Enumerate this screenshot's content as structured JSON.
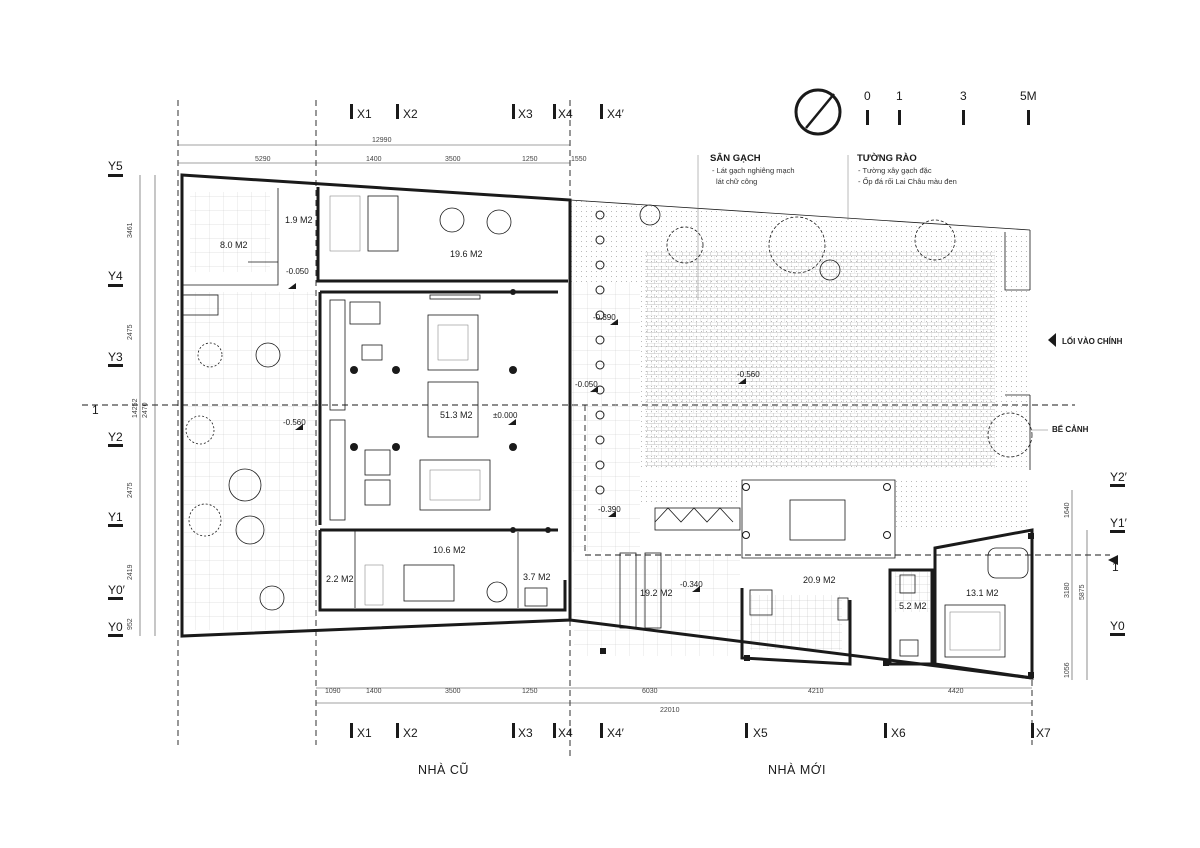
{
  "axes_x": [
    "X1",
    "X2",
    "X3",
    "X4",
    "X4′",
    "X5",
    "X6",
    "X7"
  ],
  "axes_y": [
    "Y5",
    "Y4",
    "Y3",
    "Y2",
    "Y1",
    "Y0′",
    "Y0",
    "Y2′",
    "Y1′",
    "Y0"
  ],
  "section_marks": [
    "1",
    "1"
  ],
  "scale_bar": [
    "0",
    "1",
    "3",
    "5M"
  ],
  "dims_top": {
    "total": "12990",
    "segments": [
      "5290",
      "1400",
      "3500",
      "1250",
      "1550"
    ]
  },
  "dims_bottom": {
    "row1": [
      "1090",
      "1400",
      "3500",
      "1250",
      "6030",
      "4210",
      "4420"
    ],
    "total": "22010"
  },
  "dims_left": {
    "total": "14252",
    "segments": [
      "3461",
      "2475",
      "2470",
      "2475",
      "2419",
      "952"
    ]
  },
  "dims_right": {
    "upper": "1640",
    "lower": [
      "3180",
      "1056"
    ],
    "total": "5875"
  },
  "rooms": [
    {
      "area": "8.0 M2"
    },
    {
      "area": "1.9 M2"
    },
    {
      "area": "19.6 M2"
    },
    {
      "area": "51.3 M2"
    },
    {
      "area": "10.6 M2"
    },
    {
      "area": "2.2 M2"
    },
    {
      "area": "3.7 M2"
    },
    {
      "area": "19.2 M2"
    },
    {
      "area": "20.9 M2"
    },
    {
      "area": "5.2 M2"
    },
    {
      "area": "13.1 M2"
    }
  ],
  "levels": [
    "-0.050",
    "-0.390",
    "-0.050",
    "±0.000",
    "-0.560",
    "-0.560",
    "-0.390",
    "-0.340"
  ],
  "labels": {
    "san_gach_title": "SÂN GẠCH",
    "san_gach_note1": "- Lát gạch nghiêng mạch",
    "san_gach_note2": "lát chữ công",
    "tuong_rao_title": "TƯỜNG RÀO",
    "tuong_rao_note1": "- Tường xây gạch đặc",
    "tuong_rao_note2": "- Ốp đá rối Lai Châu màu đen",
    "entrance": "LỐI VÀO CHÍNH",
    "pond": "BỂ CẢNH",
    "old_house": "NHÀ CŨ",
    "new_house": "NHÀ MỚI"
  }
}
